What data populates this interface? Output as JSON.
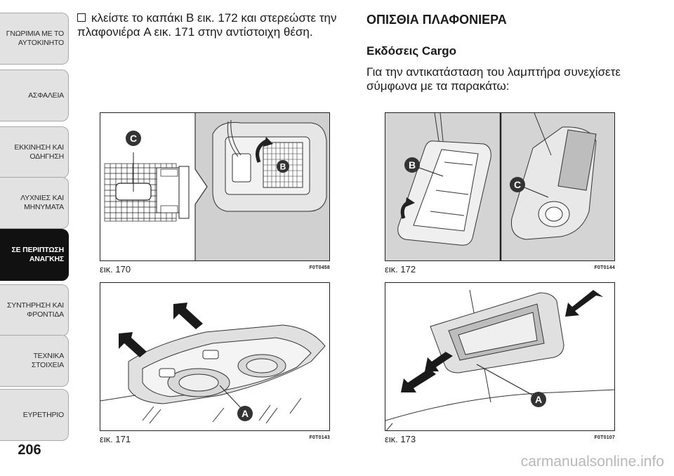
{
  "sidebar": {
    "tabs": [
      {
        "label": "ΓΝΩΡΙΜΙΑ ΜΕ ΤΟ\nΑΥΤΟΚΙΝΗΤΟ",
        "active": false
      },
      {
        "label": "ΑΣΦΑΛΕΙΑ",
        "active": false
      },
      {
        "label": "ΕΚΚΙΝΗΣΗ ΚΑΙ\nΟΔΗΓΗΣΗ",
        "active": false
      },
      {
        "label": "ΛΥΧΝΙΕΣ ΚΑΙ\nΜΗΝΥΜΑΤΑ",
        "active": false
      },
      {
        "label": "ΣΕ ΠΕΡΙΠΤΩΣΗ\nΑΝΑΓΚΗΣ",
        "active": true
      },
      {
        "label": "ΣΥΝΤΗΡΗΣΗ ΚΑΙ\nΦΡΟΝΤΙΔΑ",
        "active": false
      },
      {
        "label": "ΤΕΧΝΙΚΑ ΣΤΟΙΧΕΙΑ",
        "active": false
      },
      {
        "label": "ΕΥΡΕΤΗΡΙΟ",
        "active": false
      }
    ]
  },
  "page_number": "206",
  "left_text": {
    "bullet": "κλείστε το καπάκι B εικ. 172 και στερεώστε την πλαφονιέρα A εικ. 171 στην αντίστοιχη θέση."
  },
  "right_text": {
    "heading": "ΟΠΙΣΘΙΑ ΠΛΑΦΟΝΙΕΡΑ",
    "subheading": "Εκδόσεις Cargo",
    "paragraph": "Για την αντικατάσταση του λαμπτήρα συνεχίσετε σύμφωνα με τα παρακάτω:"
  },
  "figures": [
    {
      "caption": "εικ. 170",
      "code": "F0T0458",
      "labels": [
        "C",
        "B"
      ]
    },
    {
      "caption": "εικ. 172",
      "code": "F0T0144",
      "labels": [
        "B",
        "C"
      ]
    },
    {
      "caption": "εικ. 171",
      "code": "F0T0143",
      "labels": [
        "A"
      ]
    },
    {
      "caption": "εικ. 173",
      "code": "F0T0107",
      "labels": [
        "A"
      ]
    }
  ],
  "watermark": "carmanualsonline.info",
  "colors": {
    "tab_bg": "#e2e2e2",
    "tab_active_bg": "#111111",
    "illustration_gray": "#c8c8c8",
    "label_badge": "#333333"
  }
}
